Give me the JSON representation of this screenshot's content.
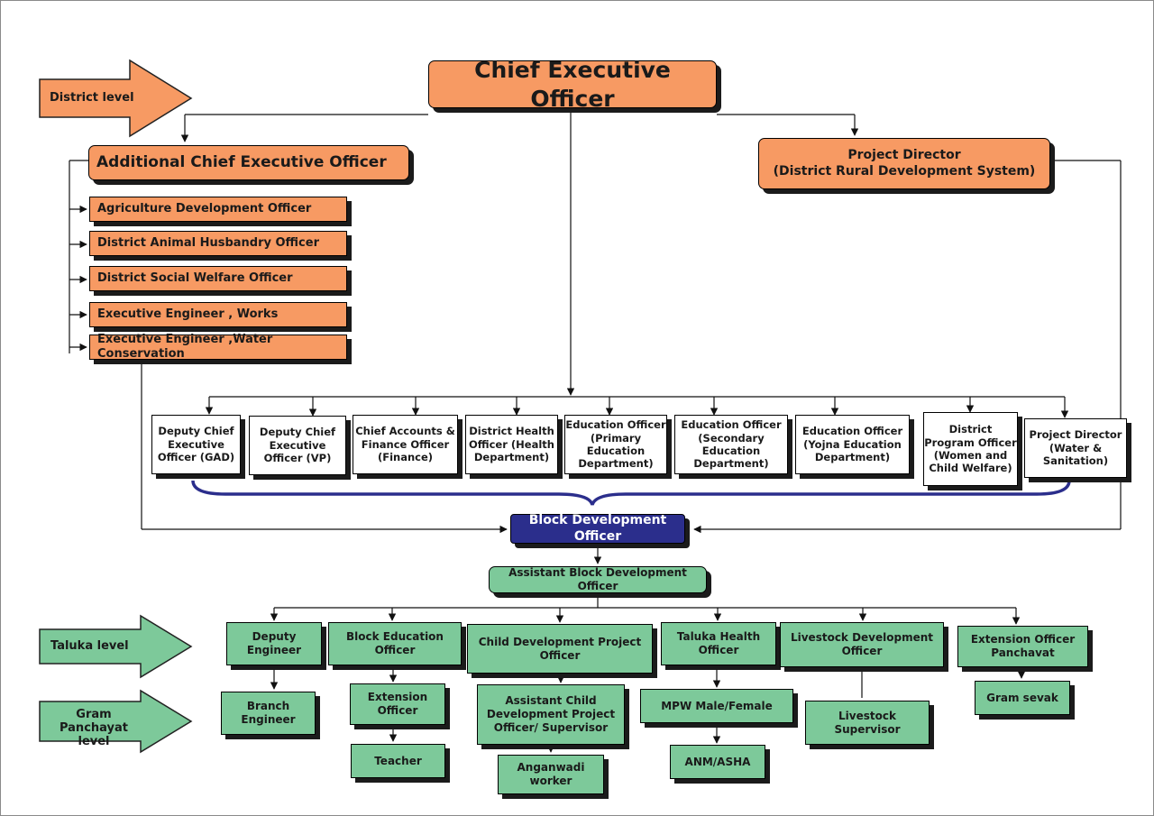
{
  "levels": {
    "district": "District level",
    "taluka": "Taluka level",
    "gram_panchayat": "Gram Panchayat level"
  },
  "district": {
    "ceo": "Chief Executive Officer",
    "acea": "Additional Chief Executive Officer",
    "acea_reports": [
      "Agriculture Development Officer",
      "District Animal Husbandry Officer",
      "District Social Welfare Officer",
      "Executive Engineer , Works",
      "Executive Engineer ,Water Conservation"
    ],
    "project_director_line1": "Project Director",
    "project_director_line2": "(District Rural Development System)"
  },
  "departments": [
    "Deputy Chief Executive Officer (GAD)",
    "Deputy Chief Executive Officer (VP)",
    "Chief Accounts & Finance Officer (Finance)",
    "District Health Officer (Health Department)",
    "Education Officer (Primary Education Department)",
    "Education Officer (Secondary Education Department)",
    "Education Officer (Yojna Education Department)",
    "District Program Officer (Women and Child Welfare)",
    "Project Director (Water & Sanitation)"
  ],
  "block": {
    "bdo": "Block Development Officer",
    "abdo": "Assistant Block Development Officer"
  },
  "taluka_officers": [
    "Deputy Engineer",
    "Block Education Officer",
    "Child Development Project Officer",
    "Taluka Health Officer",
    "Livestock Development Officer",
    "Extension Officer Panchavat"
  ],
  "gram_level": {
    "branch_engineer": "Branch Engineer",
    "extension_officer": "Extension Officer",
    "teacher": "Teacher",
    "asst_cdpo": "Assistant Child Development Project Officer/ Supervisor",
    "anganwadi": "Anganwadi worker",
    "mpw": "MPW Male/Female",
    "anm": "ANM/ASHA",
    "livestock_supervisor": "Livestock Supervisor",
    "gram_sevak": "Gram sevak"
  },
  "colors": {
    "orange": "#f79a63",
    "green": "#7dc99a",
    "navy": "#2b2e8c",
    "brace": "#2b2e8c"
  }
}
